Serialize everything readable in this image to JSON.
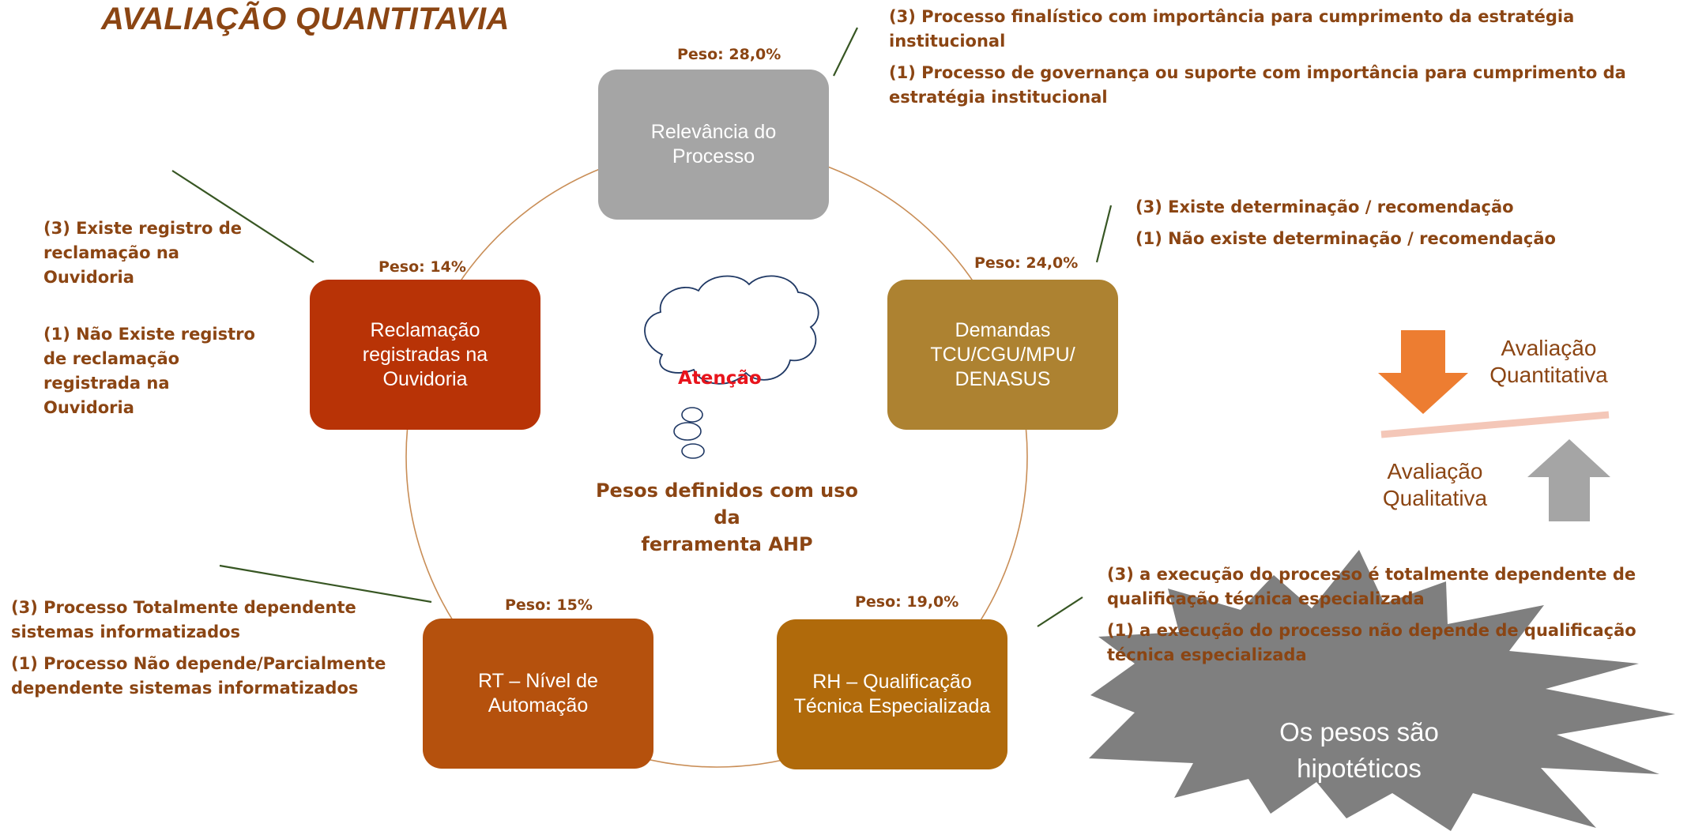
{
  "title": "AVALIAÇÃO QUANTITAVIA",
  "colors": {
    "text_brown": "#8b4513",
    "relevancia": "#a5a5a5",
    "demandas": "#ad8231",
    "rh": "#b06a0b",
    "rt": "#b5510d",
    "reclamacao": "#b83306",
    "arrow_down": "#ed7d31",
    "arrow_up": "#a5a5a5",
    "burst": "#7f7f7f",
    "attention": "#e8141c",
    "leader_lines": "#375623"
  },
  "nodes": {
    "relevancia": {
      "label": "Relevância do\nProcesso",
      "weight": "Peso: 28,0%"
    },
    "demandas": {
      "label": "Demandas\nTCU/CGU/MPU/\nDENASUS",
      "weight": "Peso: 24,0%"
    },
    "rh": {
      "label": "RH – Qualificação\nTécnica Especializada",
      "weight": "Peso: 19,0%"
    },
    "rt": {
      "label": "RT – Nível de\nAutomação",
      "weight": "Peso: 15%"
    },
    "reclamacao": {
      "label": "Reclamação\nregistradas na\nOuvidoria",
      "weight": "Peso: 14%"
    }
  },
  "notes": {
    "relevancia": [
      "(3) Processo finalístico com importância para cumprimento da estratégia institucional",
      "(1) Processo de governança ou suporte com importância para cumprimento da estratégia institucional"
    ],
    "demandas": [
      "(3) Existe determinação / recomendação",
      "(1) Não existe determinação / recomendação"
    ],
    "rh": [
      "(3) a execução do processo é totalmente dependente de qualificação técnica especializada",
      "(1) a execução do processo não depende de qualificação técnica especializada"
    ],
    "rt": [
      "(3) Processo Totalmente dependente sistemas informatizados",
      "(1) Processo Não depende/Parcialmente dependente sistemas informatizados"
    ],
    "reclamacao": [
      "(3) Existe registro de reclamação na Ouvidoria",
      "(1) Não Existe registro de reclamação registrada na Ouvidoria"
    ]
  },
  "center": {
    "attention": "Atenção",
    "note": "Pesos definidos com uso da\nferramenta AHP"
  },
  "scale": {
    "top_label": "Avaliação\nQuantitativa",
    "bottom_label": "Avaliação\nQualitativa"
  },
  "burst": {
    "text": "Os pesos são\nhipotéticos"
  }
}
